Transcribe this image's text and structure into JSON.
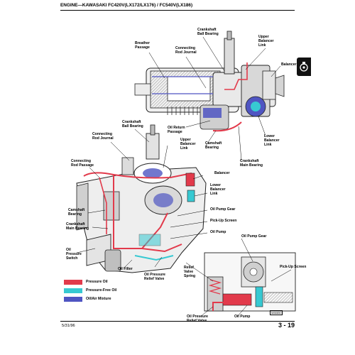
{
  "header": {
    "title": "ENGINE—KAWASAKI FC420V(LX172/LX176) / FC540V(LX186)"
  },
  "footer": {
    "date": "5/31/96",
    "page": "3 - 19"
  },
  "figure_number": "M88850",
  "colors": {
    "pressure_oil": "#e23a4b",
    "pressure_free_oil": "#37c9d2",
    "oil_air_mixture": "#4f55c2"
  },
  "top_view_labels": {
    "breather_passage": "Breather\nPassage",
    "crankshaft_ball_bearing": "Crankshaft\nBall Bearing",
    "connecting_rod_journal": "Connecting\nRod Journal",
    "upper_balancer_link": "Upper\nBalancer\nLink",
    "balancer": "Balancer",
    "oil_return_passage": "Oil Return\nPassage",
    "camshaft_bearing": "Camshaft\nBearing",
    "lower_balancer_link": "Lower\nBalancer\nLink",
    "crankshaft_main_bearing": "Crankshaft\nMain Bearing"
  },
  "main_view_labels": {
    "crankshaft_ball_bearing": "Crankshaft\nBall Bearing",
    "connecting_rod_journal_upper": "Connecting\nRod Journal",
    "upper_balancer_link": "Upper\nBalancer\nLink",
    "connecting_rod_passage": "Connecting\nRod Passage",
    "balancer": "Balancer",
    "lower_balancer_link": "Lower\nBalancer\nLink",
    "camshaft_bearing": "Camshaft\nBearing",
    "oil_pump_gear": "Oil Pump Gear",
    "pickup_screen": "Pick-Up Screen",
    "crankshaft_main_bearing": "Crankshaft\nMain Bearing",
    "oil_pump": "Oil Pump",
    "oil_pressure_switch": "Oil\nPressure\nSwitch",
    "oil_filter": "Oil Filter",
    "oil_pressure_relief_valve": "Oil Pressure\nRelief Valve"
  },
  "detail_view_labels": {
    "oil_pump_gear": "Oil Pump Gear",
    "relief_valve_spring": "Relief\nValve\nSpring",
    "pickup_screen": "Pick-Up Screen",
    "oil_pressure_relief_valve": "Oil Pressure\nRelief Valve",
    "oil_pump": "Oil Pump"
  },
  "legend": [
    {
      "label": "Pressure Oil",
      "color": "#e23a4b"
    },
    {
      "label": "Pressure-Free Oil",
      "color": "#37c9d2"
    },
    {
      "label": "Oil/Air Mixture",
      "color": "#4f55c2"
    }
  ]
}
